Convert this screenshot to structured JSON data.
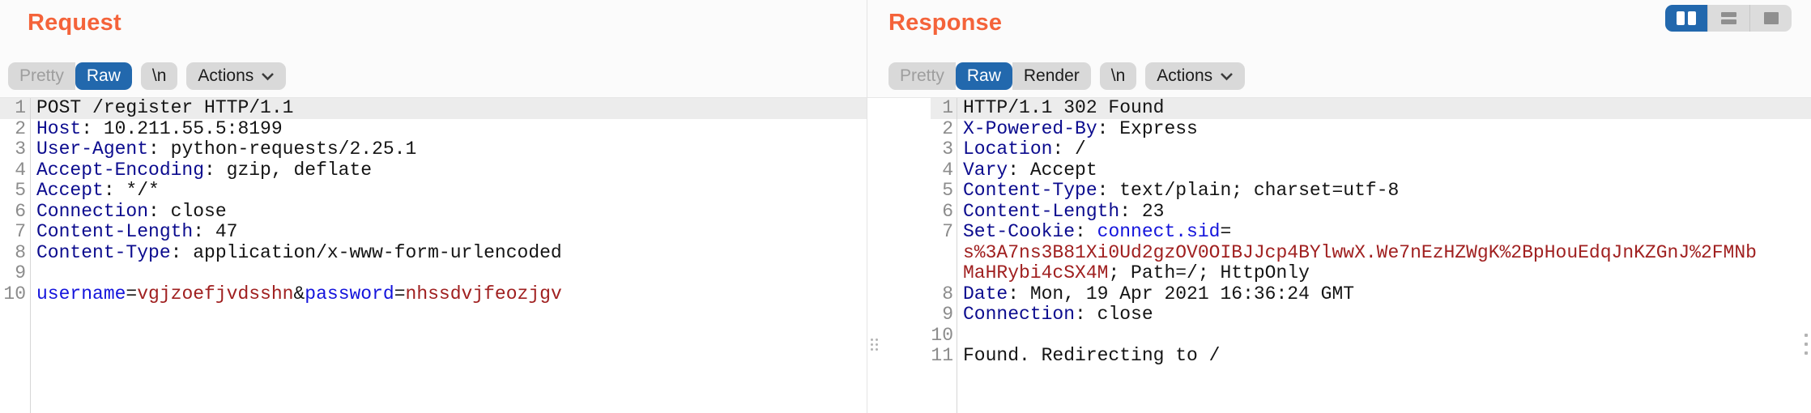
{
  "colors": {
    "accent_orange": "#f4633a",
    "selected_blue": "#2268ad",
    "tab_bg": "#d9d9d9",
    "tab_text": "#1c1c1c",
    "tab_disabled_text": "#9e9e9e",
    "row_highlight": "#ececec",
    "gutter_text": "#8c8c8c",
    "syntax_plain": "#141414",
    "syntax_header_name": "#0b0b8e",
    "syntax_param_name": "#1414dc",
    "syntax_value": "#a02020"
  },
  "view_toggle": {
    "buttons": [
      {
        "name": "split-columns-view-button",
        "icon": "columns-icon",
        "selected": true
      },
      {
        "name": "split-rows-view-button",
        "icon": "rows-icon",
        "selected": false
      },
      {
        "name": "single-pane-view-button",
        "icon": "single-pane-icon",
        "selected": false
      }
    ]
  },
  "request": {
    "title": "Request",
    "tabs": [
      {
        "label": "Pretty",
        "disabled": true,
        "selected": false,
        "standalone": false,
        "chevron": false
      },
      {
        "label": "Raw",
        "disabled": false,
        "selected": true,
        "standalone": false,
        "chevron": false
      },
      {
        "label": "\\n",
        "disabled": false,
        "selected": false,
        "standalone": true,
        "chevron": false
      },
      {
        "label": "Actions",
        "disabled": false,
        "selected": false,
        "standalone": true,
        "chevron": true
      }
    ],
    "lines": [
      {
        "n": "1",
        "hl": true,
        "s": [
          {
            "t": "POST /register HTTP/1.1",
            "c": "plain"
          }
        ]
      },
      {
        "n": "2",
        "s": [
          {
            "t": "Host",
            "c": "header"
          },
          {
            "t": ": 10.211.55.5:8199",
            "c": "plain"
          }
        ]
      },
      {
        "n": "3",
        "s": [
          {
            "t": "User-Agent",
            "c": "header"
          },
          {
            "t": ": python-requests/2.25.1",
            "c": "plain"
          }
        ]
      },
      {
        "n": "4",
        "s": [
          {
            "t": "Accept-Encoding",
            "c": "header"
          },
          {
            "t": ": gzip, deflate",
            "c": "plain"
          }
        ]
      },
      {
        "n": "5",
        "s": [
          {
            "t": "Accept",
            "c": "header"
          },
          {
            "t": ": */*",
            "c": "plain"
          }
        ]
      },
      {
        "n": "6",
        "s": [
          {
            "t": "Connection",
            "c": "header"
          },
          {
            "t": ": close",
            "c": "plain"
          }
        ]
      },
      {
        "n": "7",
        "s": [
          {
            "t": "Content-Length",
            "c": "header"
          },
          {
            "t": ": 47",
            "c": "plain"
          }
        ]
      },
      {
        "n": "8",
        "s": [
          {
            "t": "Content-Type",
            "c": "header"
          },
          {
            "t": ": application/x-www-form-urlencoded",
            "c": "plain"
          }
        ]
      },
      {
        "n": "9",
        "s": []
      },
      {
        "n": "10",
        "s": [
          {
            "t": "username",
            "c": "param"
          },
          {
            "t": "=",
            "c": "plain"
          },
          {
            "t": "vgjzoefjvdsshn",
            "c": "value"
          },
          {
            "t": "&",
            "c": "plain"
          },
          {
            "t": "password",
            "c": "param"
          },
          {
            "t": "=",
            "c": "plain"
          },
          {
            "t": "nhssdvjfeozjgv",
            "c": "value"
          }
        ]
      }
    ]
  },
  "response": {
    "title": "Response",
    "tabs": [
      {
        "label": "Pretty",
        "disabled": true,
        "selected": false,
        "standalone": false,
        "chevron": false
      },
      {
        "label": "Raw",
        "disabled": false,
        "selected": true,
        "standalone": false,
        "chevron": false
      },
      {
        "label": "Render",
        "disabled": false,
        "selected": false,
        "standalone": false,
        "chevron": false
      },
      {
        "label": "\\n",
        "disabled": false,
        "selected": false,
        "standalone": true,
        "chevron": false
      },
      {
        "label": "Actions",
        "disabled": false,
        "selected": false,
        "standalone": true,
        "chevron": true
      }
    ],
    "lines": [
      {
        "n": "1",
        "hl": true,
        "s": [
          {
            "t": "HTTP/1.1 302 Found",
            "c": "plain"
          }
        ]
      },
      {
        "n": "2",
        "s": [
          {
            "t": "X-Powered-By",
            "c": "header"
          },
          {
            "t": ": Express",
            "c": "plain"
          }
        ]
      },
      {
        "n": "3",
        "s": [
          {
            "t": "Location",
            "c": "header"
          },
          {
            "t": ": /",
            "c": "plain"
          }
        ]
      },
      {
        "n": "4",
        "s": [
          {
            "t": "Vary",
            "c": "header"
          },
          {
            "t": ": Accept",
            "c": "plain"
          }
        ]
      },
      {
        "n": "5",
        "s": [
          {
            "t": "Content-Type",
            "c": "header"
          },
          {
            "t": ": text/plain; charset=utf-8",
            "c": "plain"
          }
        ]
      },
      {
        "n": "6",
        "s": [
          {
            "t": "Content-Length",
            "c": "header"
          },
          {
            "t": ": 23",
            "c": "plain"
          }
        ]
      },
      {
        "n": "7",
        "s": [
          {
            "t": "Set-Cookie",
            "c": "header"
          },
          {
            "t": ": ",
            "c": "plain"
          },
          {
            "t": "connect.sid",
            "c": "param"
          },
          {
            "t": "=",
            "c": "plain"
          }
        ]
      },
      {
        "n": "",
        "s": [
          {
            "t": "s%3A7ns3B81Xi0Ud2gzOV0OIBJJcp4BYlwwX.We7nEzHZWgK%2BpHouEdqJnKZGnJ%2FMNb",
            "c": "value"
          }
        ]
      },
      {
        "n": "",
        "s": [
          {
            "t": "MaHRybi4cSX4M",
            "c": "value"
          },
          {
            "t": "; Path=/; HttpOnly",
            "c": "plain"
          }
        ]
      },
      {
        "n": "8",
        "s": [
          {
            "t": "Date",
            "c": "header"
          },
          {
            "t": ": Mon, 19 Apr 2021 16:36:24 GMT",
            "c": "plain"
          }
        ]
      },
      {
        "n": "9",
        "s": [
          {
            "t": "Connection",
            "c": "header"
          },
          {
            "t": ": close",
            "c": "plain"
          }
        ]
      },
      {
        "n": "10",
        "s": []
      },
      {
        "n": "11",
        "s": [
          {
            "t": "Found. Redirecting to /",
            "c": "plain"
          }
        ]
      }
    ]
  }
}
